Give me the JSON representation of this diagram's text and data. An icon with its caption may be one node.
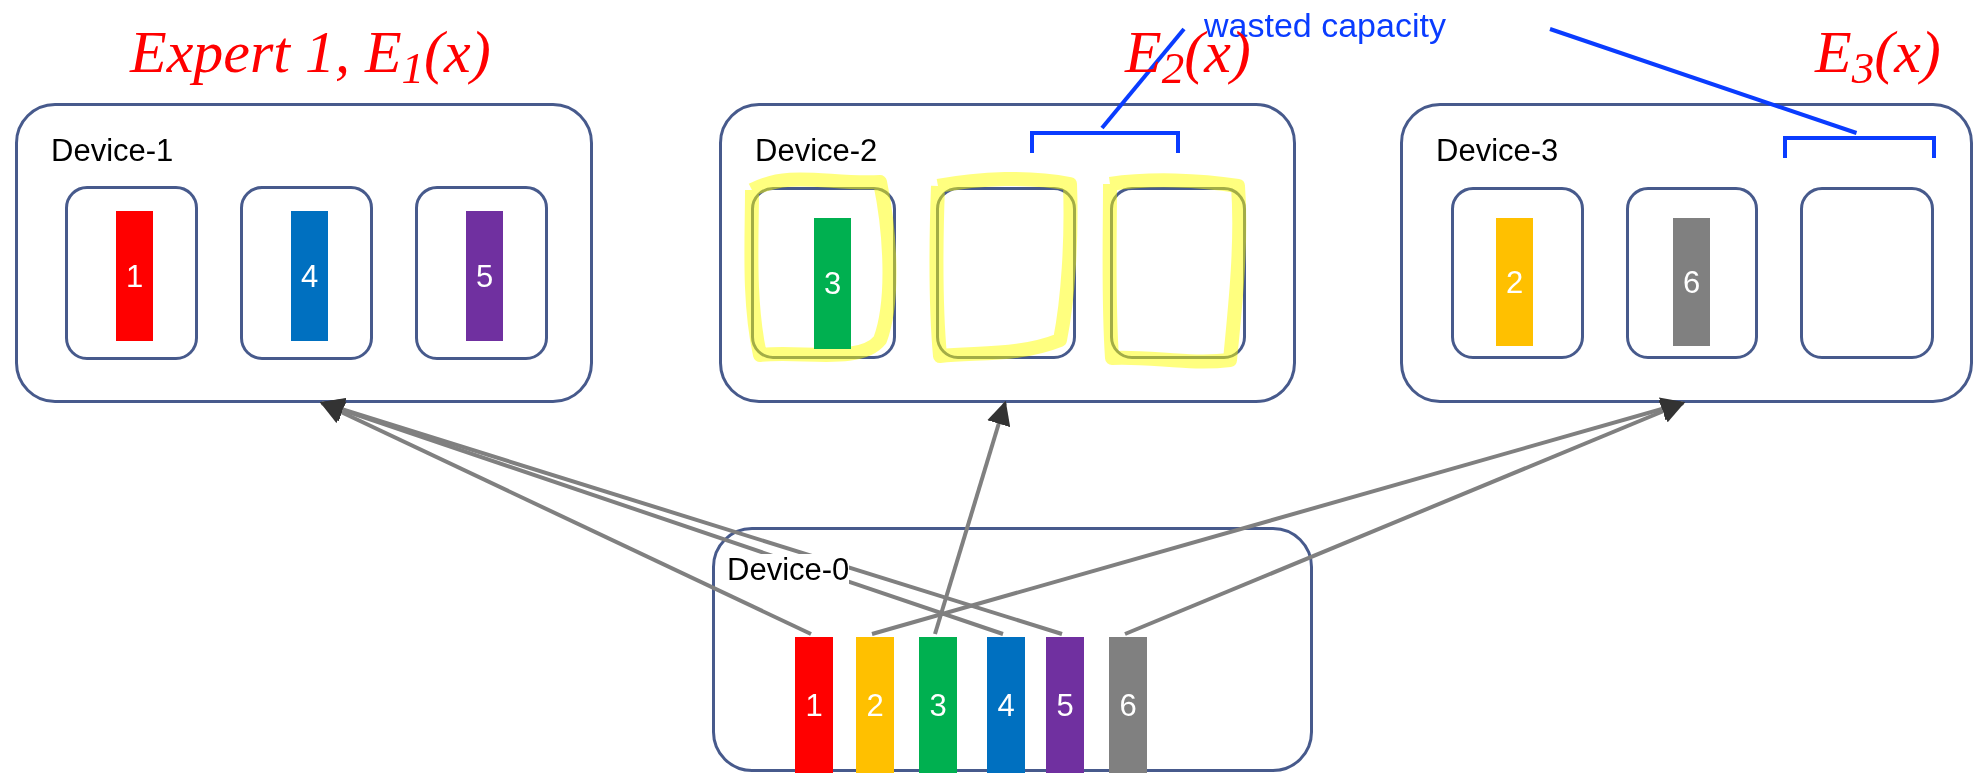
{
  "diagram": {
    "nodes": [
      {
        "text": [
          "Device-1"
        ]
      },
      {
        "text": [],
        "shape": "box",
        "in": 0
      },
      {
        "text": [
          "1"
        ],
        "in": 1
      },
      {
        "text": [],
        "shape": "box",
        "in": 0
      },
      {
        "text": [
          "4"
        ],
        "in": 3
      },
      {
        "text": [],
        "shape": "box",
        "in": 0
      },
      {
        "text": [
          "5"
        ],
        "in": 5
      },
      {
        "text": [
          "Device-2"
        ]
      },
      {
        "text": [],
        "shape": "box",
        "in": 7
      },
      {
        "text": [
          "3"
        ],
        "in": 8
      },
      {
        "text": [],
        "shape": "box",
        "in": 7
      },
      {
        "text": [],
        "shape": "box",
        "in": 7
      },
      {
        "text": [
          "Device-3"
        ]
      },
      {
        "text": [],
        "shape": "box",
        "in": 12
      },
      {
        "text": [
          "2"
        ],
        "in": 13
      },
      {
        "text": [],
        "shape": "box",
        "in": 12
      },
      {
        "text": [
          "6"
        ],
        "in": 15
      },
      {
        "text": [],
        "shape": "box",
        "in": 12
      },
      {
        "text": [
          "wasted capacity"
        ]
      },
      {
        "text": [],
        "shape": "bracket",
        "in": 7
      },
      {
        "text": [],
        "shape": "bracket",
        "in": 12
      },
      {
        "text": [
          "Device-0"
        ]
      },
      {
        "text": [
          "1"
        ],
        "in": 21
      },
      {
        "text": [
          "2"
        ],
        "in": 21
      },
      {
        "text": [
          "3"
        ],
        "in": 21
      },
      {
        "text": [
          "4"
        ],
        "in": 21
      },
      {
        "text": [
          "5"
        ],
        "in": 21
      },
      {
        "text": [
          "6"
        ],
        "in": 21
      }
    ],
    "edges": [
      {
        "from": 22,
        "to": 0,
        "arrow": "to"
      },
      {
        "from": 25,
        "to": 0,
        "arrow": "to"
      },
      {
        "from": 26,
        "to": 0,
        "arrow": "to"
      },
      {
        "from": 24,
        "to": 7,
        "arrow": "to"
      },
      {
        "from": 23,
        "to": 12,
        "arrow": "to"
      },
      {
        "from": 27,
        "to": 12,
        "arrow": "to"
      },
      {
        "from": 18,
        "to": 19,
        "arrow": "none",
        "color": "#0a3cff"
      },
      {
        "from": 18,
        "to": 20,
        "arrow": "none",
        "color": "#0a3cff"
      }
    ],
    "labels": [
      "Expert 1, E$_{1}$(x)",
      "E$_{2}$(x)",
      "E$_{3}$(x)"
    ]
  }
}
